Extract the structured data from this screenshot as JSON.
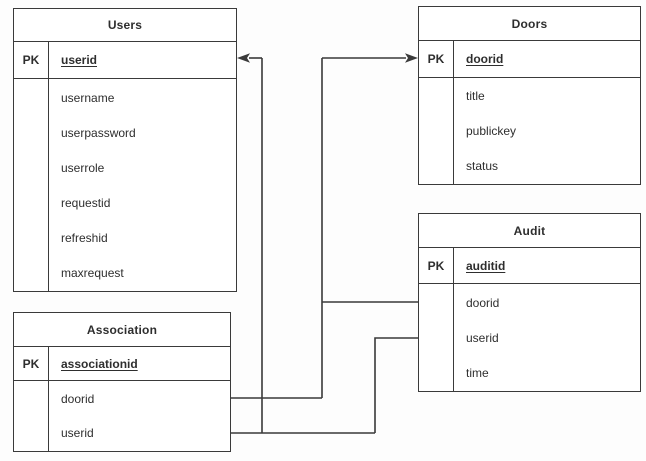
{
  "tables": [
    {
      "name": "Users",
      "pk_label": "PK",
      "pk_field": "userid",
      "fields": [
        "username",
        "userpassword",
        "userrole",
        "requestid",
        "refreshid",
        "maxrequest"
      ]
    },
    {
      "name": "Doors",
      "pk_label": "PK",
      "pk_field": "doorid",
      "fields": [
        "title",
        "publickey",
        "status"
      ]
    },
    {
      "name": "Audit",
      "pk_label": "PK",
      "pk_field": "auditid",
      "fields": [
        "doorid",
        "userid",
        "time"
      ]
    },
    {
      "name": "Association",
      "pk_label": "PK",
      "pk_field": "associationid",
      "fields": [
        "doorid",
        "userid"
      ]
    }
  ],
  "relationships": [
    {
      "from": "Association.doorid",
      "to": "Doors.doorid"
    },
    {
      "from": "Audit.doorid",
      "to": "Doors.doorid"
    },
    {
      "from": "Association.userid",
      "to": "Users.userid"
    },
    {
      "from": "Audit.userid",
      "to": "Users.userid"
    }
  ],
  "colors": {
    "line": "#3a3a3a",
    "text": "#2e2e2e",
    "background": "#fdfdfd"
  }
}
